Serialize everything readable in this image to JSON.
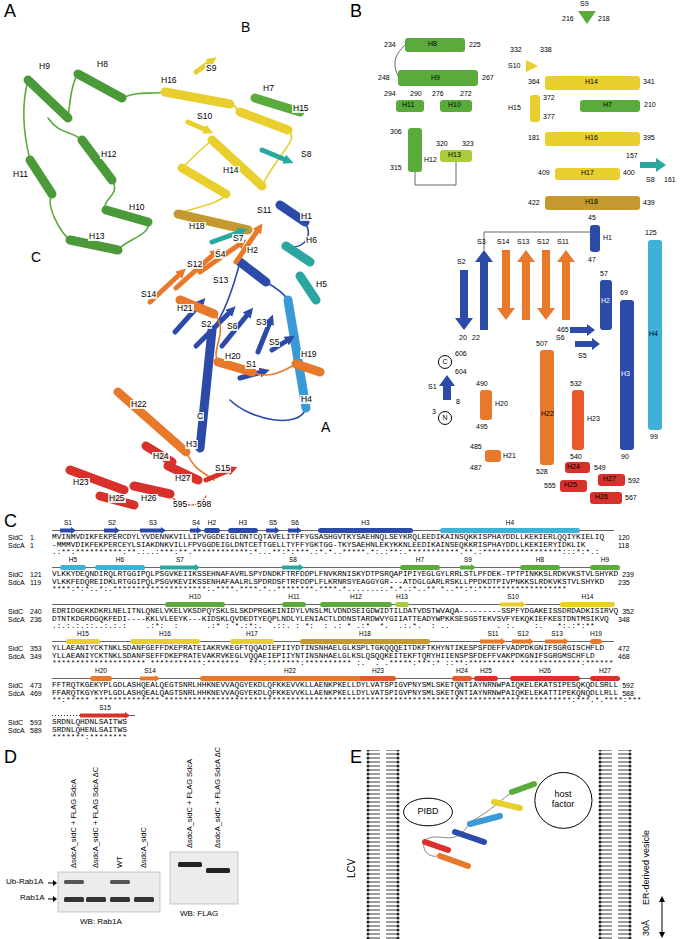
{
  "diagram": {
    "nodes": [
      {
        "text": [
          "C"
        ]
      },
      {
        "text": [
          "N"
        ]
      },
      {
        "text": [
          "PIBD"
        ]
      },
      {
        "text": [
          "host factor"
        ]
      }
    ],
    "labels": [
      "A",
      "B",
      "C",
      "D",
      "E",
      "H9",
      "H8",
      "H11",
      "H12",
      "H10",
      "H13",
      "C",
      "B",
      "H16",
      "S9",
      "H7",
      "H15",
      "S10",
      "S8",
      "H14",
      "H18",
      "S11",
      "S7",
      "H1",
      "S4",
      "H2",
      "H6",
      "H5",
      "S12",
      "S13",
      "S14",
      "H21",
      "S2",
      "S6",
      "S3",
      "S5",
      "H20",
      "H19",
      "S1",
      "H4",
      "A",
      "H22",
      "C",
      "H3",
      "S15",
      "H24",
      "H27",
      "H23",
      "H26",
      "H25",
      "595",
      "598",
      "S9",
      "216",
      "218",
      "234",
      "H8",
      "225",
      "248",
      "H9",
      "267",
      "294",
      "290",
      "H11",
      "276",
      "272",
      "H10",
      "306",
      "H12",
      "315",
      "320",
      "323",
      "H13",
      "332",
      "338",
      "S10",
      "364",
      "H14",
      "341",
      "372",
      "H15",
      "377",
      "H7",
      "210",
      "181",
      "H16",
      "395",
      "409",
      "H17",
      "400",
      "422",
      "H18",
      "439",
      "157",
      "S8",
      "161",
      "45",
      "H1",
      "47",
      "125",
      "H4",
      "99",
      "69",
      "H3",
      "90",
      "57",
      "H2",
      "S5",
      "S6",
      "S11",
      "S12",
      "S13",
      "465",
      "S14",
      "S3",
      "S2",
      "20",
      "22",
      "S1",
      "606",
      "604",
      "8",
      "3",
      "490",
      "H20",
      "495",
      "487",
      "H21",
      "485",
      "507",
      "H22",
      "528",
      "H23",
      "532",
      "540",
      "H24",
      "549",
      "H27",
      "592",
      "H25",
      "555",
      "H26",
      "567",
      "S1",
      "S2",
      "S3",
      "S4",
      "H2",
      "H3",
      "S5",
      "S6",
      "H3",
      "H4",
      "SidC",
      "1",
      "MVINMVDIKFEKPERCDYLYVDENNKVILLIPVGGDEIGLDNTCQTAVELITFFYGSASHGVTKYSAEHNQLSEYKRQLEEDIKAINSQKKISPHAYDDLLKEKIERLQQIYKIELIQ",
      "120",
      "SdcA",
      "1",
      "-MMMVDIKFEKPERCEYLSIAKDNKVILLFPVGGDEIGLDNTCETTGELLTYFFYGKTGG-TKYSAEHNLEKYKKNLEEDIKAINSEQKKRISPHAYDDLLKEKIERYIDKLIK",
      "118",
      ".:**:**********:**.:..:***:**.************:*...**:*:***.:*.*..*****.*:.:**:.***********.**.:*****************:::*:*.:",
      "H5",
      "H6",
      "S7",
      "S8",
      "H7",
      "S9",
      "H8",
      "H9",
      "SidC",
      "121",
      "VLKKYDEQNDIRQLRTGGIPQLPSGVKEIIKSSEHNAFAVRLSPYDNDKFTRFDDPLFNVKRNISKYDTPSRQAPIPIYEGLGYLRRLSTLPFDEK-TPTPINKKSLRDKVKSTVLSHYKD",
      "239",
      "SdcA",
      "119",
      "VLKKFEDQREIDKLRTGGIPQLPSGVKEVIKSSENHAFAALRLSPDRDSFTRFDDPLFLKRNRSYEAGGYGR---ATDGLGARLRSKLLPPDKDTPIVPNKKSLRDKVKSTVLSHYKD",
      "235",
      "****:*:*:.*:.********************:.****.****.*..********.****.*.......:.*.*.:*..** *..**:*:*******************",
      "H10",
      "H11",
      "H12",
      "H13",
      "S10",
      "H14",
      "SidC",
      "240",
      "EDRIDGEKKDKRLNELITNLQNELVKELVKSDPQYSKLSLSKDPRGKEINIDYLVNSLMLVDNDSEIGDWIDTILDATVDSTWVAQA---------SSPFYDGAKEISSDRDADKISIRVQ",
      "352",
      "SdcA",
      "236",
      "DTNTKDGRDGQKFEDI----KKLVLEEYK---KIDSKLQVDEDTYEQPLNDLYLENIACTLDDNSTARDWVYGIIATTEADYWPKKSESGSTEKVSVFYEKQKIEFKESTDNTMSIKVQ",
      "348",
      ".:.:.:.::..:.:.:    .:*:  :      .:* : *.:*:.  .::. : *:  : .: * .:*  *.  .:.*.  : ..          . :.    :.   *:.:*:**",
      "H15",
      "H16",
      "H17",
      "H18",
      "S11",
      "S12",
      "S13",
      "H19",
      "SidC",
      "353",
      "YLLAEANIYCKTNKLSDANFGEFFDKEPRATEIAKRVKEGFTQQADIEPIIYDTINSNHAELGLKSPLTGKQQQEITDKFTKHYNTIKESPSFDEFFVADPDKGNIFSGRGISCHFLD",
      "472",
      "SdcA",
      "349",
      "YLLAEANIYCKTNKLSDANFSEFFDKEPRATEVAKRVKEGLVQQAEIEPIIYNTINSNHAELGLKSLQSQQKEITEKFTQRYHIIENSPSFDEFFVAKPDKGNIFSGRGMSCHFLD",
      "468",
      "******************** ***********:*******  ***:*******:********** :.  . .*****:***:* ::**:********** *************:******",
      "H20",
      "S14",
      "H22",
      "H23",
      "H24",
      "H25",
      "H26",
      "H27",
      "SidC",
      "473",
      "FFTRQTKGEKYPLGDLASHQEALQEGTSNRLHHKNEVVAQGYEKDLQFKKEVVKLLAENKPKELLDYLVATSPIGVPNYSMLSKETQNTIAYNRNWPAIQKELEKATSIPESQKQDLSRLL",
      "592",
      "SdcA",
      "469",
      "FFARQTKGYKYPLGDLASHQEALQAGTSNRLHHKNEVVAQGYEKDLQFKKEVVKLLAENKPKELLDYLVATSPIGVPNYSMLSKETQNTIAYNRNWPAIQKELEKATTIPEKQNQDLLRLL",
      "588",
      "**:***** ************** ***************************************************************************************:***.*.****:***",
      "S15",
      "SidC",
      "593",
      "SRDNLQHDNLSAITWS",
      "SdcA",
      "589",
      "SRDNLQHENLSAITWS",
      "*******:********",
      "ΔsdcA_sidC + FLAG SdcA",
      "ΔsdcA_sidC + FLAG SdcA ΔC",
      "WT",
      "ΔsdcA_sidC",
      "Ub-Rab1A",
      "Rab1A",
      "WB: Rab1A",
      "ΔsdcA_sidC + FLAG SdcA",
      "ΔsdcA_sidC + FLAG SdcA ΔC",
      "WB: FLAG",
      "LCV",
      "ER-derived vesicle",
      "30Å"
    ]
  }
}
